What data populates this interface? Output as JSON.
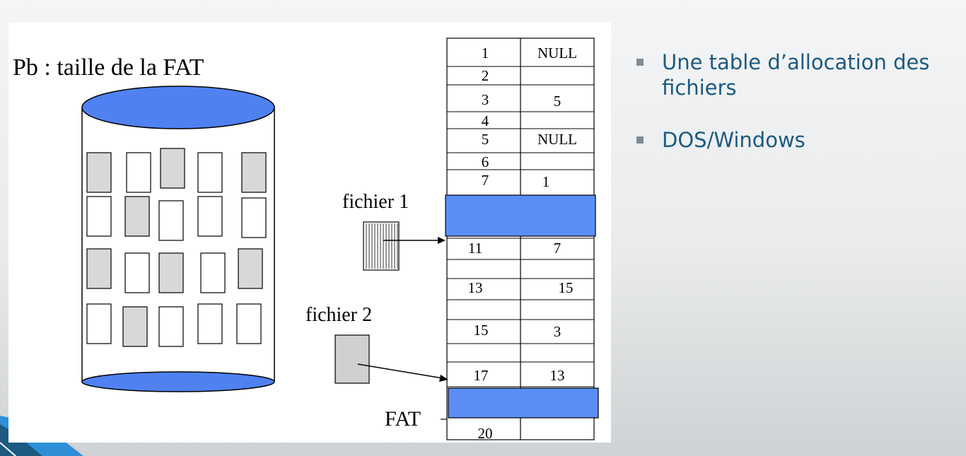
{
  "slide": {
    "bullets": [
      {
        "text": "Une table d’allocation des fichiers"
      },
      {
        "text": "DOS/Windows"
      }
    ]
  },
  "diagram": {
    "title": "Pb : taille de la FAT",
    "file1_label": "fichier 1",
    "file2_label": "fichier 2",
    "fat_label": "FAT",
    "fat_rows": [
      {
        "index": "1",
        "next": "NULL"
      },
      {
        "index": "2",
        "next": ""
      },
      {
        "index": "3",
        "next": "5"
      },
      {
        "index": "4",
        "next": ""
      },
      {
        "index": "5",
        "next": "NULL"
      },
      {
        "index": "6",
        "next": ""
      },
      {
        "index": "7",
        "next": "1"
      },
      {
        "index": "",
        "next": ""
      },
      {
        "index": "11",
        "next": "7"
      },
      {
        "index": "",
        "next": ""
      },
      {
        "index": "13",
        "next": "15"
      },
      {
        "index": "",
        "next": ""
      },
      {
        "index": "15",
        "next": "3"
      },
      {
        "index": "",
        "next": ""
      },
      {
        "index": "17",
        "next": "13"
      },
      {
        "index": "",
        "next": ""
      },
      {
        "index": "20",
        "next": ""
      }
    ],
    "colors": {
      "disk_ellipse": "#4f81f0",
      "highlight_band": "#5b8ef5",
      "gray_block": "#d8d8d8"
    }
  }
}
